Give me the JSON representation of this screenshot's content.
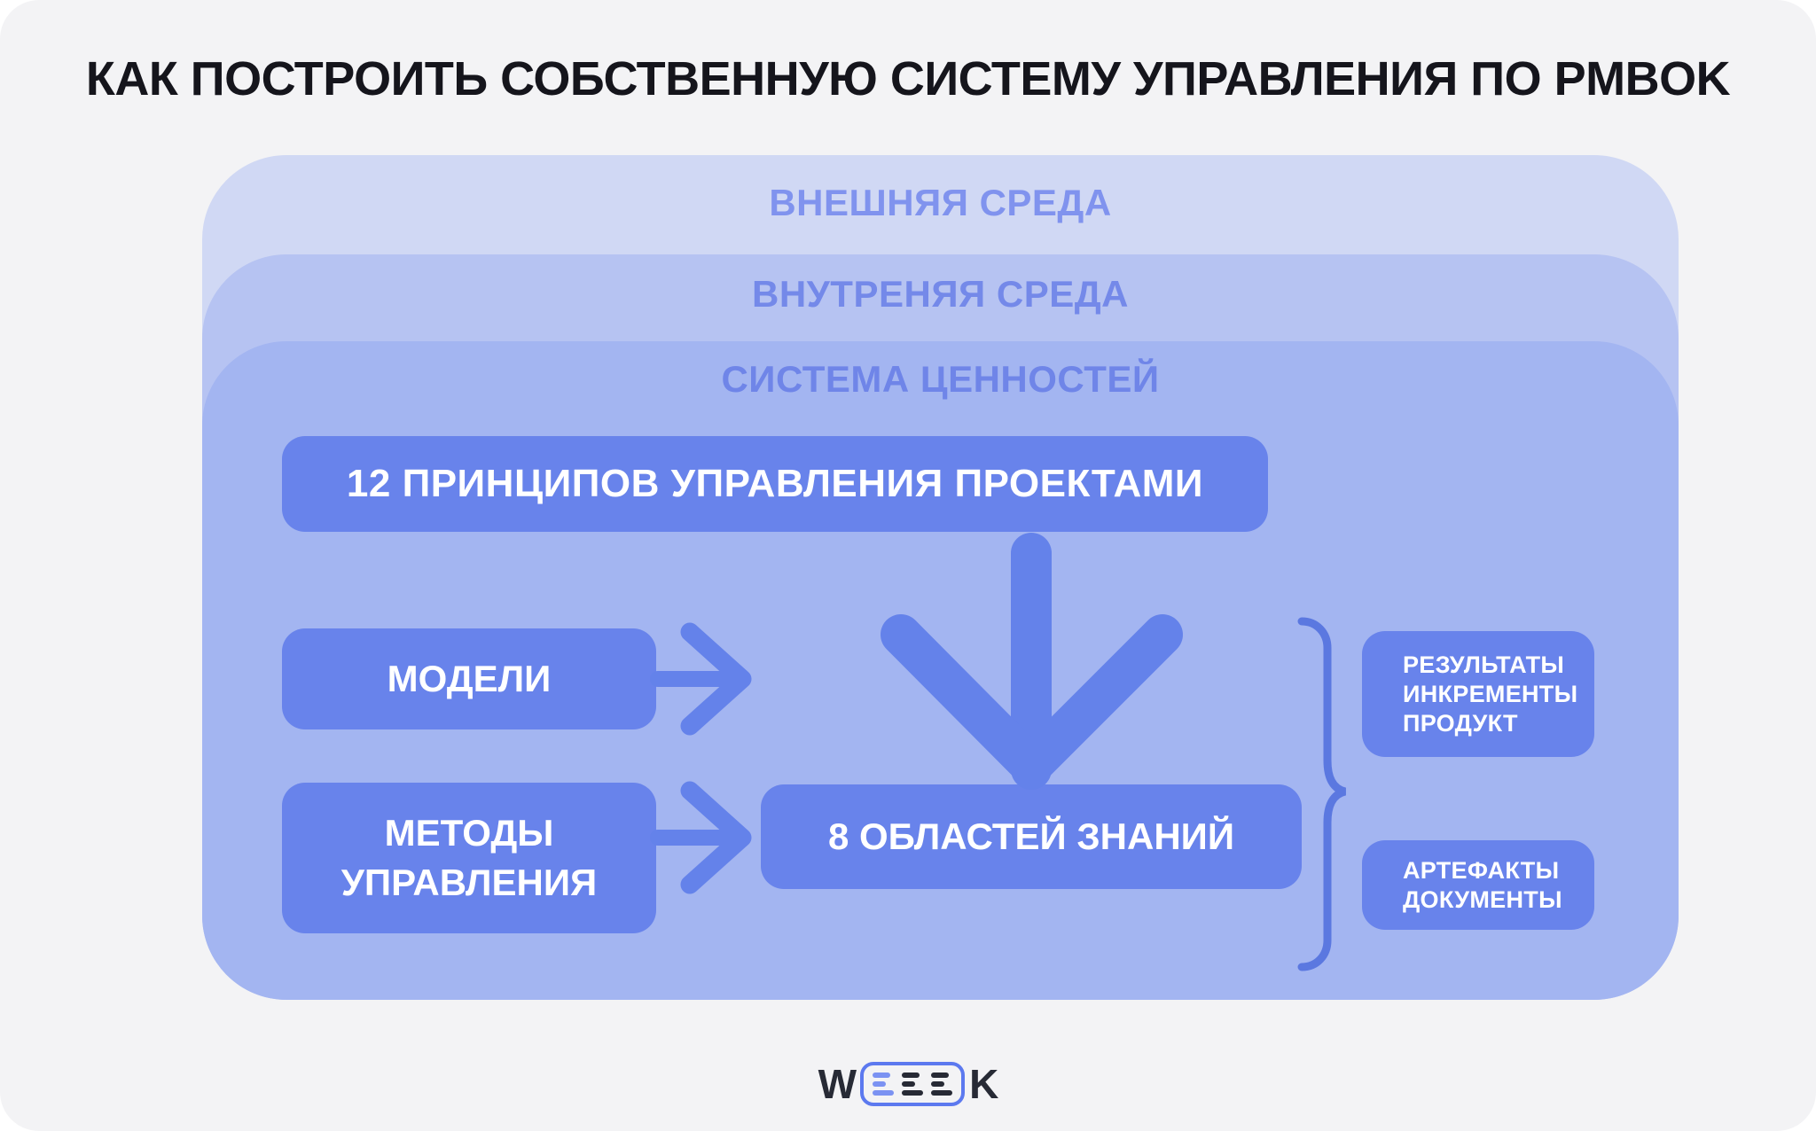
{
  "title": "КАК ПОСТРОИТЬ СОБСТВЕННУЮ СИСТЕМУ УПРАВЛЕНИЯ ПО PMBOK",
  "layers": [
    {
      "id": "external-environment",
      "label": "ВНЕШНЯЯ СРЕДА",
      "bg": "#D0D8F4",
      "label_color": "#8093EE"
    },
    {
      "id": "internal-environment",
      "label": "ВНУТРЕНЯЯ СРЕДА",
      "bg": "#B6C3F2",
      "label_color": "#7489E9"
    },
    {
      "id": "value-system",
      "label": "СИСТЕМА ЦЕННОСТЕЙ",
      "bg": "#A3B5F1",
      "label_color": "#6F85E8"
    }
  ],
  "boxes": {
    "principles": {
      "label": "12 ПРИНЦИПОВ УПРАВЛЕНИЯ ПРОЕКТАМИ"
    },
    "models": {
      "label": "МОДЕЛИ"
    },
    "methods": {
      "lines": [
        "МЕТОДЫ",
        "УПРАВЛЕНИЯ"
      ]
    },
    "knowledge": {
      "label": "8 ОБЛАСТЕЙ ЗНАНИЙ"
    },
    "results": {
      "lines": [
        "РЕЗУЛЬТАТЫ",
        "ИНКРЕМЕНТЫ",
        "ПРОДУКТ"
      ]
    },
    "artifacts": {
      "lines": [
        "АРТЕФАКТЫ",
        "ДОКУМЕНТЫ"
      ]
    }
  },
  "icons": {
    "down_arrow": "down-arrow-icon",
    "right_arrow": "right-arrow-icon",
    "brace": "curly-brace-icon"
  },
  "logo": {
    "name": "WEEEK",
    "w": "W",
    "k": "K"
  },
  "colors": {
    "page_bg": "#F3F3F5",
    "box_fill": "#6883EB",
    "box_text": "#FFFFFF",
    "arrow": "#6482EA",
    "brace": "#5B78E0",
    "title_text": "#15151C",
    "logo_dark": "#272A35",
    "logo_blue": "#7B92F2",
    "logo_border": "#5C79EF"
  }
}
